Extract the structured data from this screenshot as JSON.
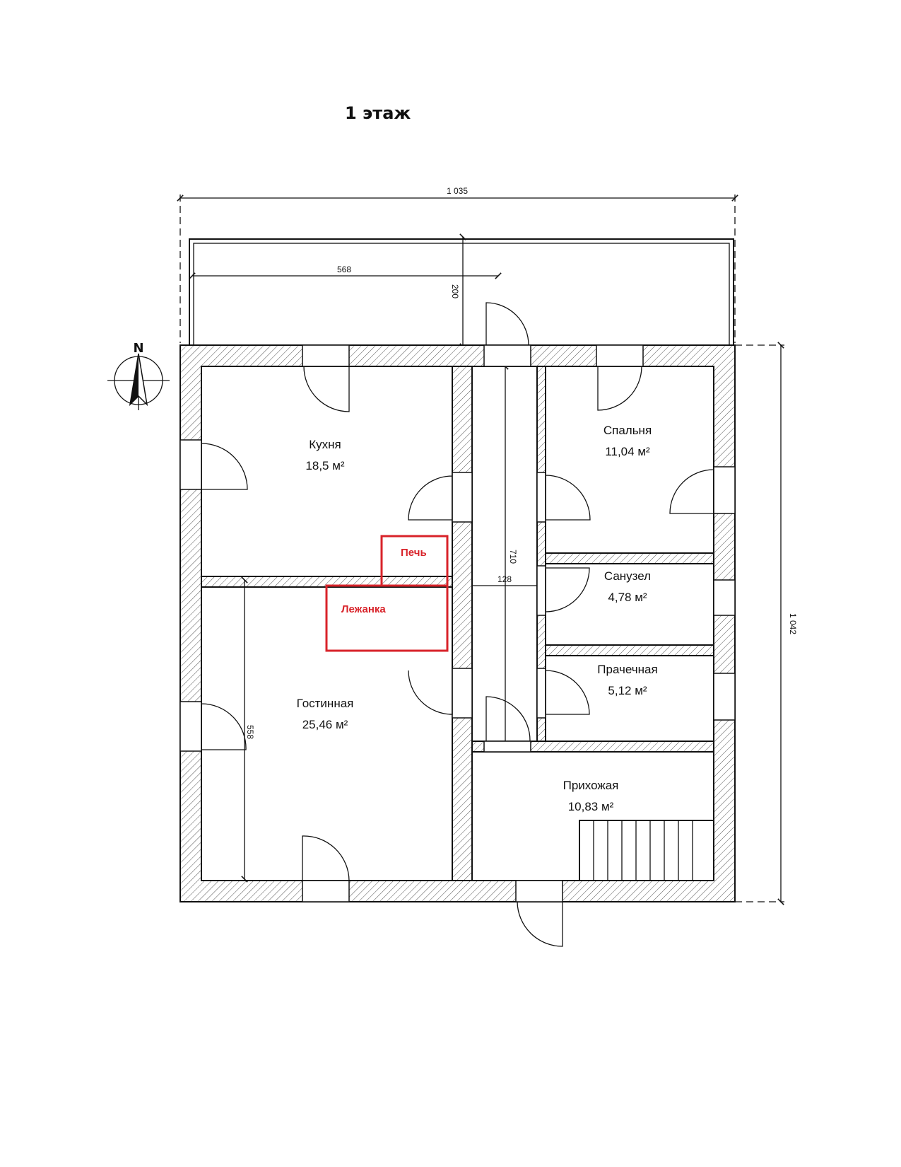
{
  "title": "1 этаж",
  "compass": {
    "label": "N"
  },
  "dimensions": {
    "total_width": "1 035",
    "total_height": "1 042",
    "terrace_width": "568",
    "terrace_depth": "200",
    "corridor_length": "710",
    "corridor_width": "128",
    "living_length": "558"
  },
  "rooms": {
    "kitchen": {
      "name": "Кухня",
      "area": "18,5 м²"
    },
    "living": {
      "name": "Гостинная",
      "area": "25,46 м²"
    },
    "bedroom": {
      "name": "Спальня",
      "area": "11,04 м²"
    },
    "bathroom": {
      "name": "Санузел",
      "area": "4,78 м²"
    },
    "laundry": {
      "name": "Прачечная",
      "area": "5,12 м²"
    },
    "hall": {
      "name": "Прихожая",
      "area": "10,83 м²"
    }
  },
  "annotations": {
    "stove": "Печь",
    "stove_bed": "Лежанка"
  },
  "colors": {
    "annotation": "#d8232a",
    "lines": "#111111"
  }
}
